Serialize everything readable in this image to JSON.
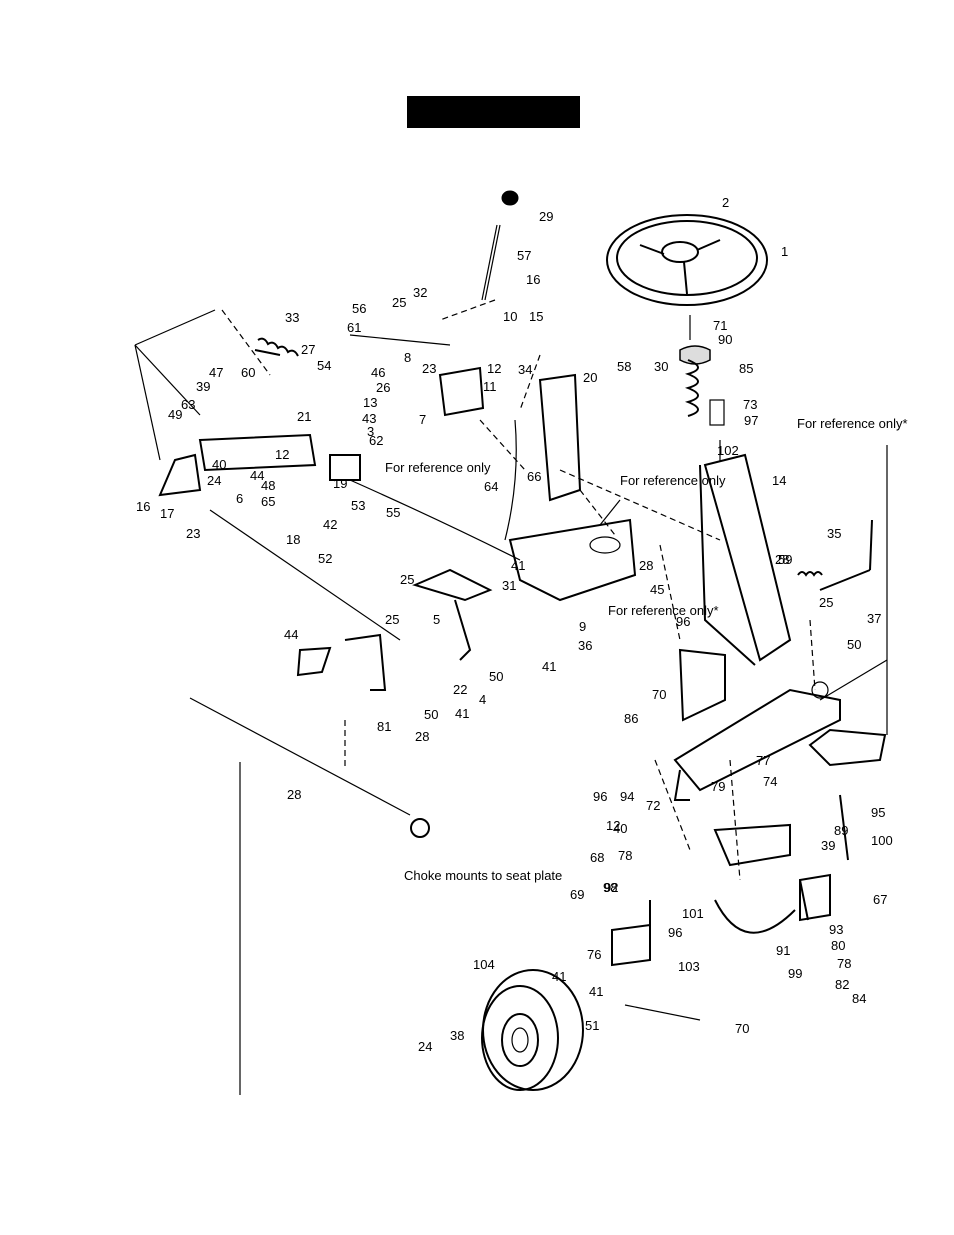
{
  "diagram": {
    "part_numbers": [
      "1",
      "2",
      "29",
      "57",
      "16",
      "32",
      "25",
      "10",
      "15",
      "56",
      "33",
      "61",
      "8",
      "12",
      "34",
      "20",
      "58",
      "30",
      "71",
      "90",
      "85",
      "27",
      "54",
      "46",
      "26",
      "13",
      "43",
      "3",
      "23",
      "11",
      "73",
      "97",
      "47",
      "60",
      "39",
      "21",
      "63",
      "49",
      "62",
      "7",
      "12",
      "40",
      "44",
      "24",
      "6",
      "48",
      "19",
      "53",
      "64",
      "66",
      "102",
      "14",
      "65",
      "42",
      "18",
      "52",
      "55",
      "23",
      "16",
      "17",
      "41",
      "28",
      "45",
      "59",
      "35",
      "28",
      "25",
      "37",
      "25",
      "31",
      "9",
      "36",
      "44",
      "25",
      "5",
      "50",
      "41",
      "22",
      "96",
      "50",
      "4",
      "41",
      "50",
      "81",
      "28",
      "70",
      "86",
      "77",
      "79",
      "74",
      "95",
      "89",
      "100",
      "39",
      "67",
      "94",
      "72",
      "12",
      "96",
      "40",
      "78",
      "68",
      "101",
      "92",
      "69",
      "96",
      "91",
      "99",
      "93",
      "80",
      "78",
      "82",
      "84",
      "98",
      "76",
      "103",
      "41",
      "70",
      "104",
      "41",
      "51",
      "24",
      "38",
      "28"
    ],
    "reference_notes": [
      "For reference only",
      "For reference only",
      "For reference only*",
      "For reference only*"
    ],
    "choke_note": "Choke mounts to seat plate"
  }
}
